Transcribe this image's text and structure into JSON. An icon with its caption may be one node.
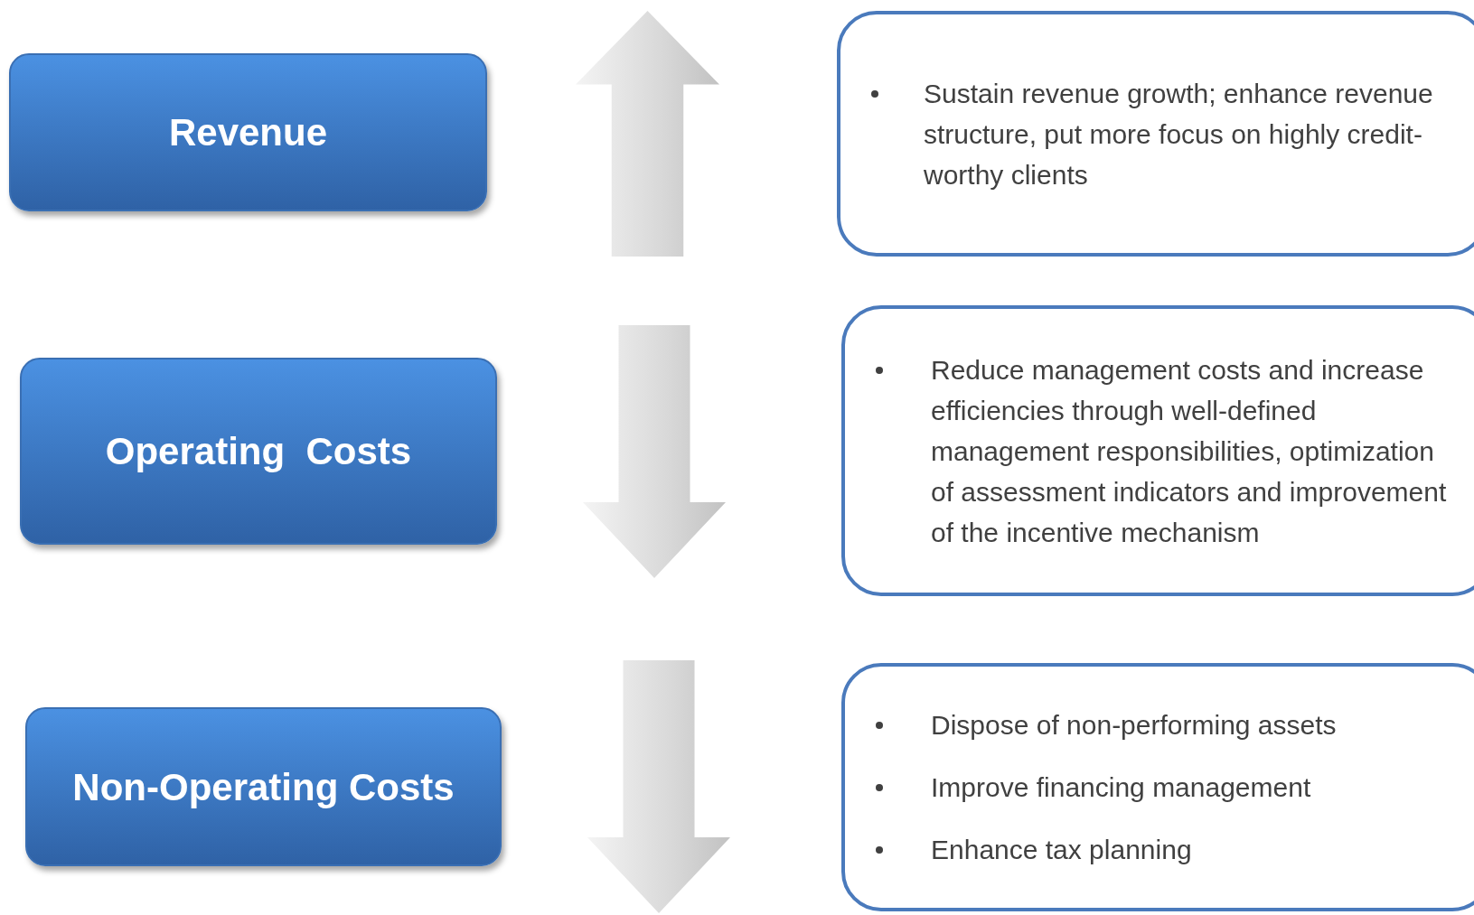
{
  "diagram": {
    "nodes": [
      {
        "text": [
          "Revenue"
        ]
      },
      {
        "text": [
          "Sustain revenue growth; enhance revenue structure, put more focus on highly credit-worthy clients"
        ]
      },
      {
        "text": [
          "Operating  Costs"
        ]
      },
      {
        "text": [
          "Reduce management costs and increase efficiencies through well-defined management responsibilities, optimization of assessment indicators and improvement of the incentive mechanism"
        ]
      },
      {
        "text": [
          "Non-Operating Costs"
        ]
      },
      {
        "text": [
          "Dispose of non-performing assets",
          "Improve financing management",
          "Enhance tax planning"
        ]
      }
    ]
  }
}
